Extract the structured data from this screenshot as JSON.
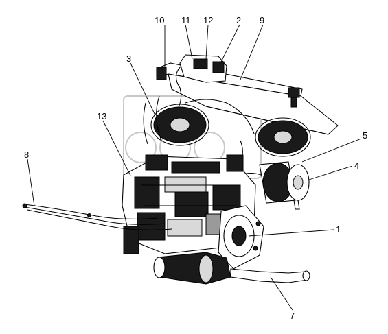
{
  "figure": {
    "callouts": [
      {
        "id": "1",
        "text": "1"
      },
      {
        "id": "2",
        "text": "2"
      },
      {
        "id": "3",
        "text": "3"
      },
      {
        "id": "4",
        "text": "4"
      },
      {
        "id": "5",
        "text": "5"
      },
      {
        "id": "7",
        "text": "7"
      },
      {
        "id": "8",
        "text": "8"
      },
      {
        "id": "9",
        "text": "9"
      },
      {
        "id": "10",
        "text": "10"
      },
      {
        "id": "11",
        "text": "11"
      },
      {
        "id": "12",
        "text": "12"
      },
      {
        "id": "13",
        "text": "13"
      }
    ],
    "colors": {
      "ink": "#000000",
      "background": "#ffffff",
      "shade": "#1a1a1a",
      "watermark": "#c8c8c8"
    }
  }
}
